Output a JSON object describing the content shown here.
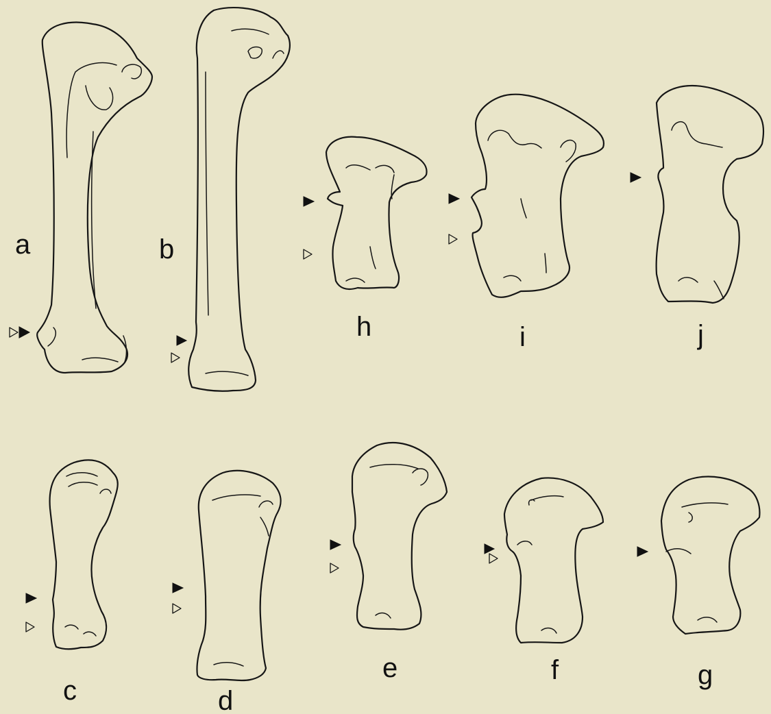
{
  "figure": {
    "panels": [
      {
        "id": "a",
        "label": "a"
      },
      {
        "id": "b",
        "label": "b"
      },
      {
        "id": "c",
        "label": "c"
      },
      {
        "id": "d",
        "label": "d"
      },
      {
        "id": "e",
        "label": "e"
      },
      {
        "id": "f",
        "label": "f"
      },
      {
        "id": "g",
        "label": "g"
      },
      {
        "id": "h",
        "label": "h"
      },
      {
        "id": "i",
        "label": "i"
      },
      {
        "id": "j",
        "label": "j"
      }
    ],
    "colors": {
      "background": "#e9e5c9",
      "ink": "#161616"
    }
  }
}
